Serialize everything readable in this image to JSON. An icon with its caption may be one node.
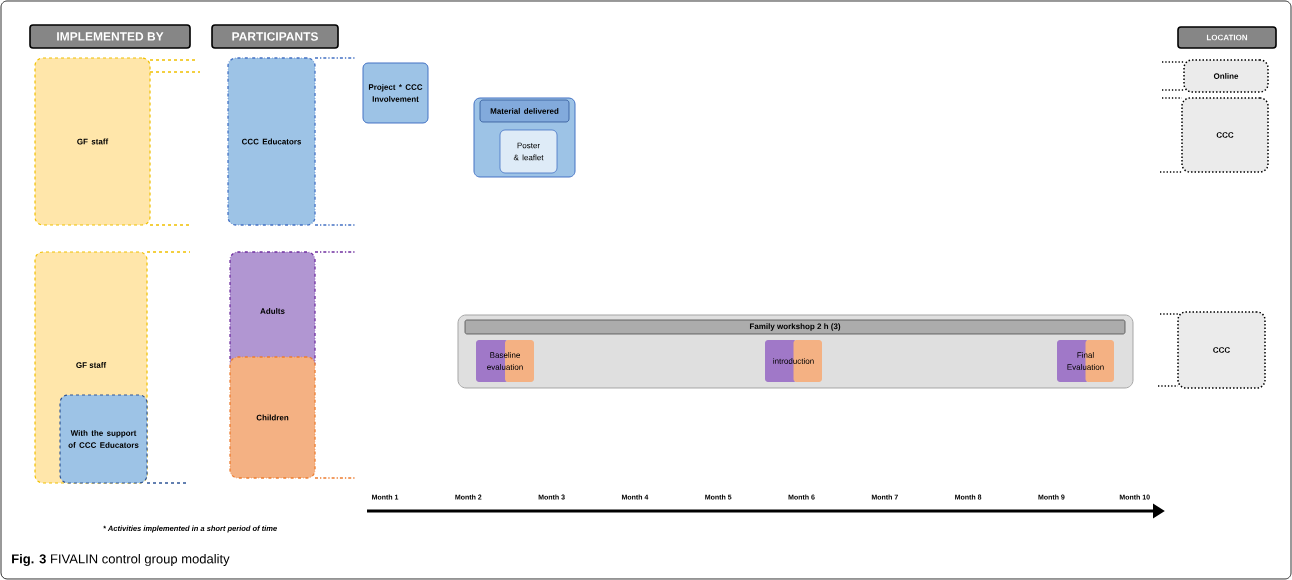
{
  "diagram": {
    "caption": "**Fig. 3** FIVALIN control group modality",
    "nodes": [
      {
        "text": [
          "IMPLEMENTED BY"
        ]
      },
      {
        "text": [
          "PARTICIPANTS"
        ]
      },
      {
        "text": [
          "LOCATION"
        ]
      },
      {
        "text": [
          "GF staff"
        ]
      },
      {
        "text": [
          "CCC Educators"
        ]
      },
      {
        "text": [
          "Project * CCC Involvement"
        ]
      },
      {
        "text": [
          "Material delivered"
        ]
      },
      {
        "text": [
          "Poster & leaflet"
        ],
        "in": 6
      },
      {
        "text": [
          "Online"
        ]
      },
      {
        "text": [
          "CCC"
        ]
      },
      {
        "text": [
          "GF staff"
        ]
      },
      {
        "text": [
          "With the support of CCC Educators"
        ],
        "in": 10
      },
      {
        "text": [
          "Adults"
        ]
      },
      {
        "text": [
          "Children"
        ]
      },
      {
        "text": [
          "Family workshop 2 h (3)"
        ]
      },
      {
        "text": [
          "Baseline evaluation"
        ],
        "in": 14
      },
      {
        "text": [
          "introduction"
        ],
        "in": 14
      },
      {
        "text": [
          "Final Evaluation"
        ],
        "in": 14
      },
      {
        "text": [
          "CCC"
        ]
      }
    ],
    "edges": [],
    "labels": [
      "Month 1",
      "Month 2",
      "Month 3",
      "Month 4",
      "Month 5",
      "Month 6",
      "Month 7",
      "Month 8",
      "Month 9",
      "Month 10",
      "* Activities implemented in a short period of time"
    ]
  }
}
